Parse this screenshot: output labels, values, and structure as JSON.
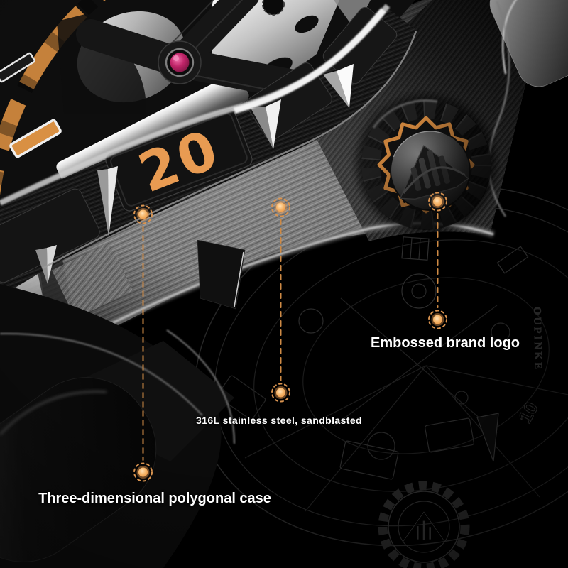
{
  "scene": {
    "background_color": "#000000"
  },
  "watch": {
    "bezel_numeral": "20",
    "ghost_brand_vertical_text": "OUPINKE",
    "ghost_bezel_numeral": "10",
    "numeral_color": "#E89B52"
  },
  "callouts": [
    {
      "id": "polygonal-case",
      "label": "Three-dimensional polygonal case"
    },
    {
      "id": "stainless-steel",
      "label": "316L stainless steel, sandblasted"
    },
    {
      "id": "embossed-logo",
      "label": "Embossed brand logo"
    }
  ],
  "style": {
    "accent_orange": "#E8964C",
    "leader_line_color": "#CE8A45",
    "label_text_color": "#FFFFFF"
  }
}
